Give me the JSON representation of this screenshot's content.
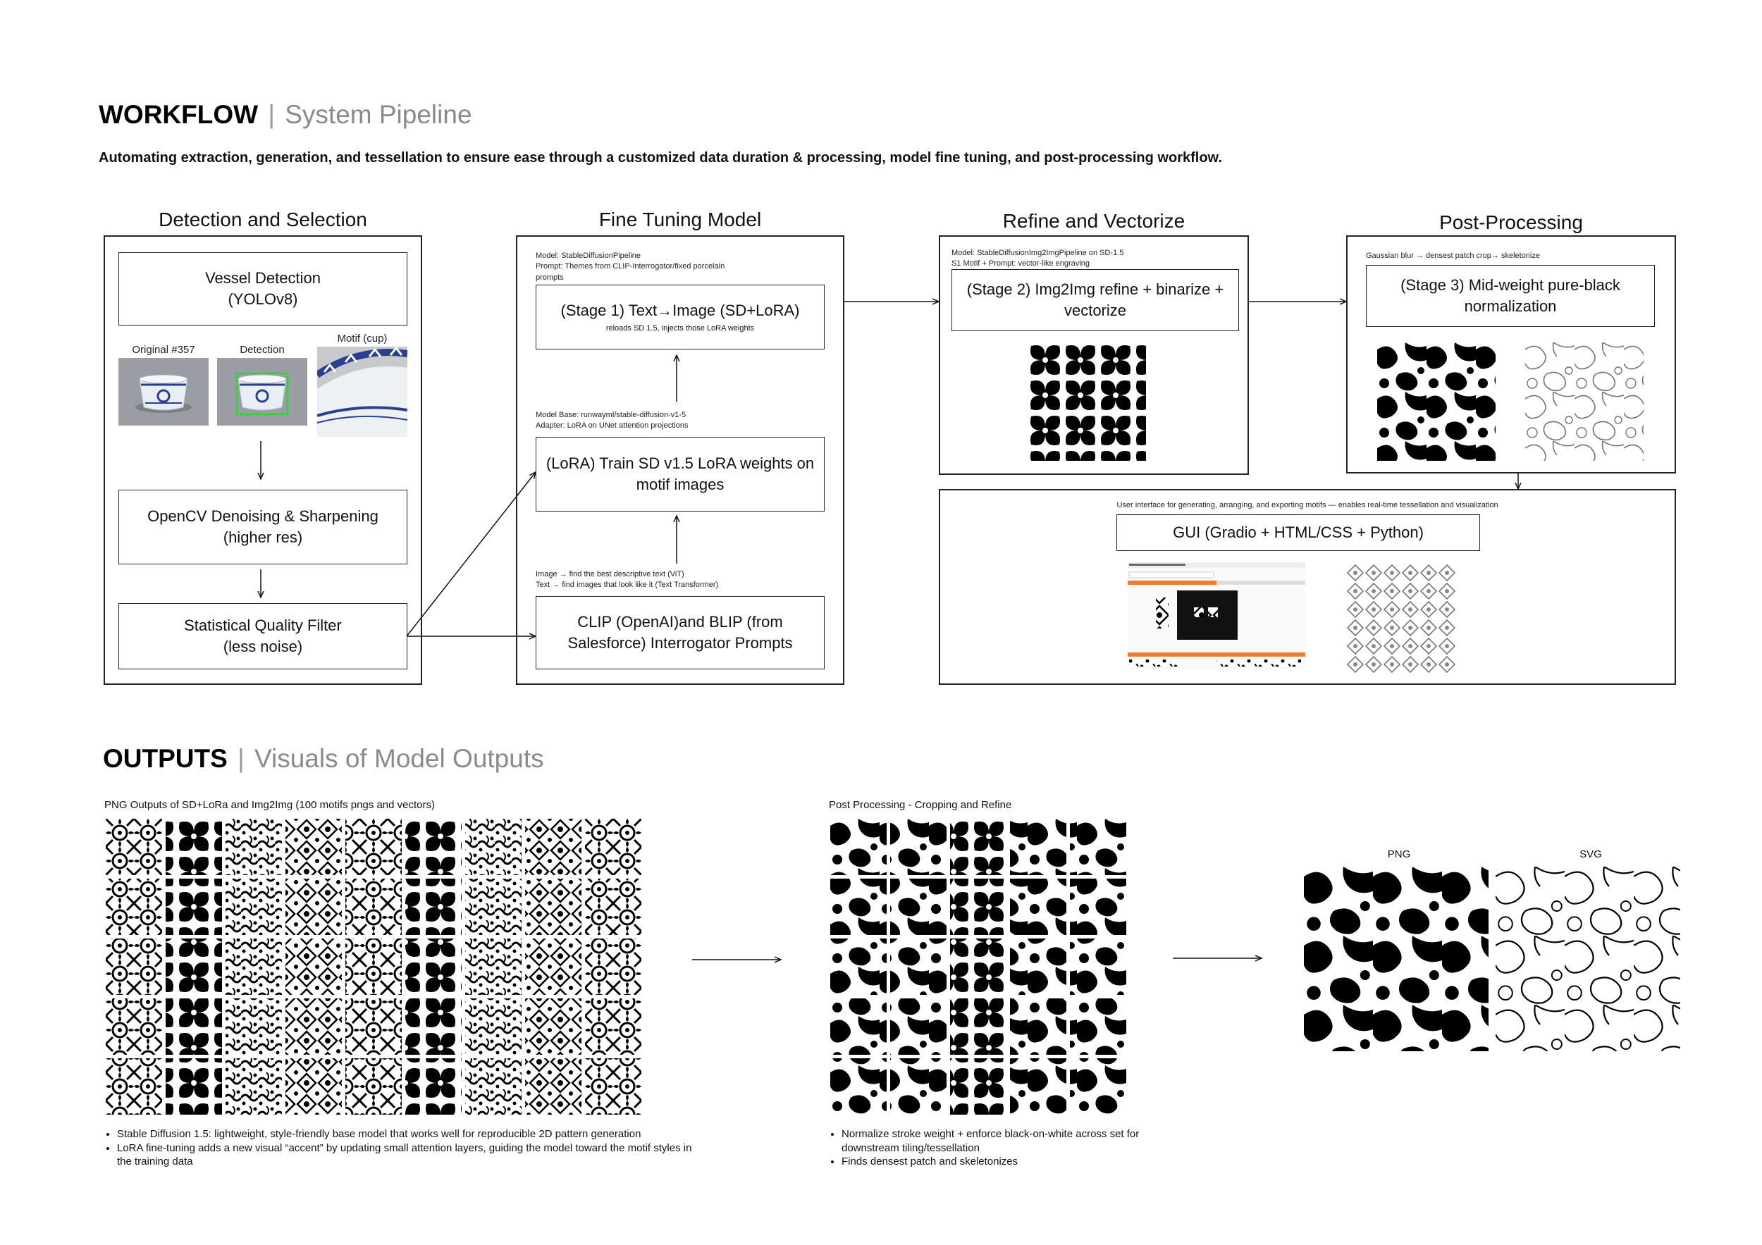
{
  "workflow": {
    "title": "WORKFLOW",
    "separator": "|",
    "subtitle": "System Pipeline",
    "description": "Automating extraction, generation, and tessellation to ensure ease through a customized data duration & processing, model fine tuning, and post-processing workflow."
  },
  "detection": {
    "title": "Detection and Selection",
    "vessel": {
      "line1": "Vessel Detection",
      "line2": "(YOLOv8)"
    },
    "photos": [
      {
        "label": "Original #357"
      },
      {
        "label": "Detection"
      },
      {
        "label": "Motif (cup)"
      }
    ],
    "opencv": {
      "line1": "OpenCV Denoising & Sharpening",
      "line2": "(higher res)"
    },
    "filter": {
      "line1": "Statistical Quality Filter",
      "line2": "(less noise)"
    }
  },
  "finetune": {
    "title": "Fine Tuning Model",
    "stage1_note": [
      "Model: StableDiffusionPipeline",
      "Prompt: Themes from CLIP-Interrogator/fixed porcelain",
      "prompts"
    ],
    "stage1": {
      "line1": "(Stage 1) Text→Image (SD+LoRA)",
      "small": "reloads SD 1.5, injects those LoRA weights"
    },
    "lora_note": [
      "Model Base: runwayml/stable-diffusion-v1-5",
      "Adapter: LoRA on UNet attention projections"
    ],
    "lora": {
      "line1": "(LoRA) Train SD v1.5 LoRA weights on",
      "line2": "motif images"
    },
    "clip_note": [
      "Image → find the best descriptive text (ViT)",
      "Text → find images that look like it (Text Transformer)"
    ],
    "clip": {
      "line1": "CLIP (OpenAI)and BLIP (from",
      "line2": "Salesforce) Interrogator Prompts"
    }
  },
  "refine": {
    "title": "Refine and Vectorize",
    "note": [
      "Model: StableDiffusionImg2ImgPipeline on SD-1.5",
      "S1 Motif + Prompt: vector-like engraving"
    ],
    "stage2": {
      "line1": "(Stage 2) Img2Img refine + binarize +",
      "line2": "vectorize"
    }
  },
  "post": {
    "title": "Post-Processing",
    "note": "Gaussian blur → densest patch crop→ skeletonize",
    "stage3": {
      "line1": "(Stage 3) Mid-weight pure-black",
      "line2": "normalization"
    }
  },
  "gui": {
    "note": "User interface for generating, arranging, and exporting motifs — enables real-time tessellation and visualization",
    "label": "GUI (Gradio + HTML/CSS + Python)"
  },
  "outputs": {
    "title": "OUTPUTS",
    "separator": "|",
    "subtitle": "Visuals of Model Outputs",
    "png_caption": "PNG Outputs of SD+LoRa and Img2Img (100 motifs pngs and vectors)",
    "png_bullets": [
      "Stable Diffusion 1.5: lightweight, style-friendly base model that works well for reproducible 2D pattern generation",
      "LoRA fine-tuning adds a new visual “accent” by updating small attention layers, guiding the model toward the motif styles in the training data"
    ],
    "post_caption": "Post Processing - Cropping and Refine",
    "post_bullets": [
      "Normalize stroke weight + enforce black-on-white across set for downstream tiling/tessellation",
      "Finds densest patch and skeletonizes"
    ],
    "png_label": "PNG",
    "svg_label": "SVG"
  },
  "colors": {
    "accent_orange": "#f07c2b",
    "detection_green": "#2fd52f",
    "porcelain_blue": "#2a3f8f"
  }
}
